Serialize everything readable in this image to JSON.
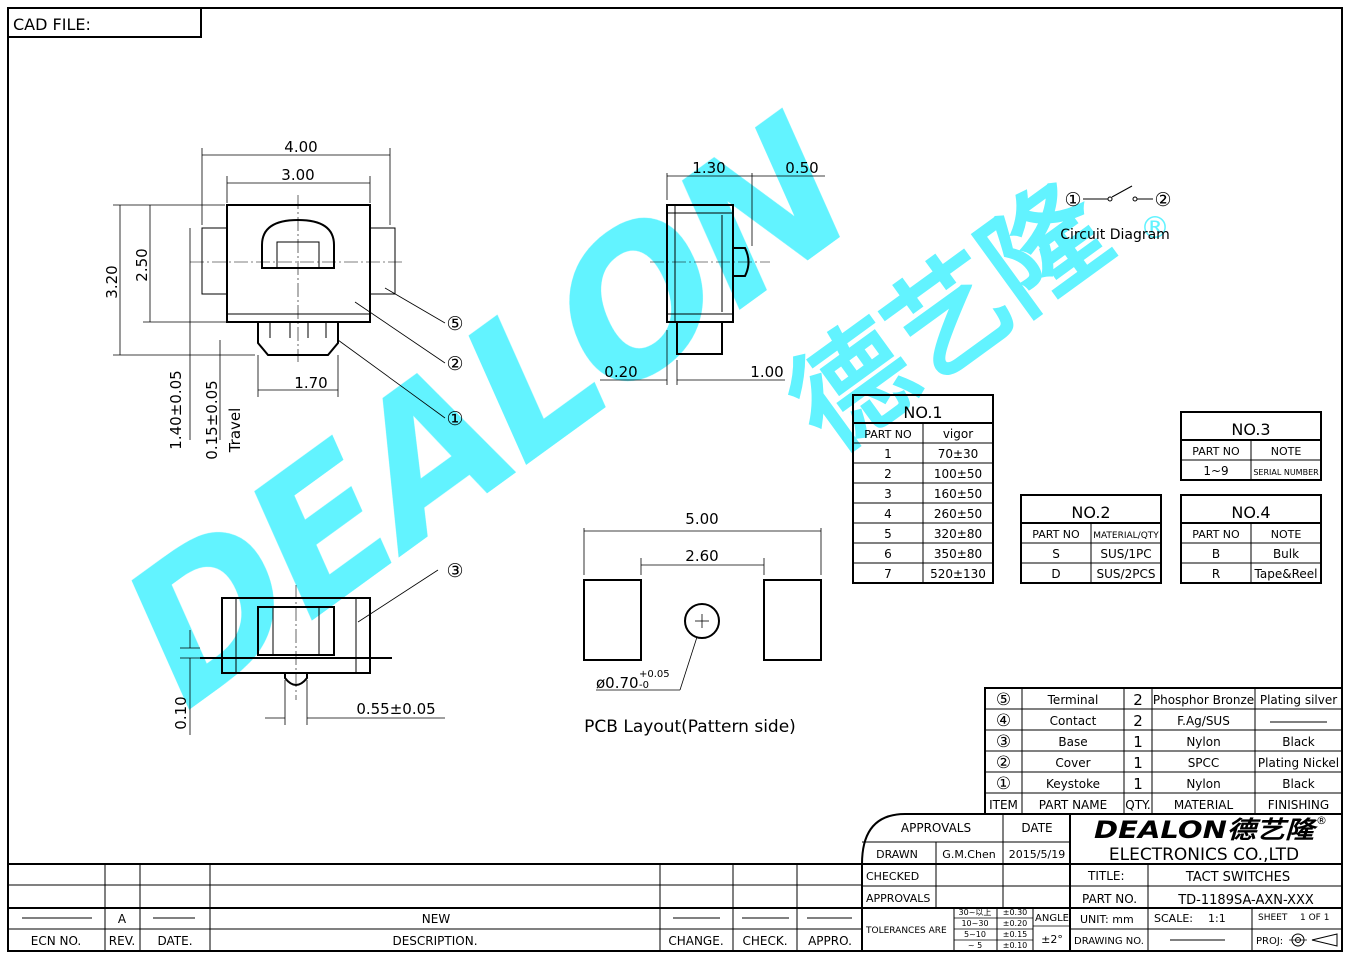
{
  "cad_file_label": "CAD FILE:",
  "dims": {
    "d400": "4.00",
    "d300": "3.00",
    "d320": "3.20",
    "d250": "2.50",
    "d140": "1.40±0.05",
    "d015": "0.15±0.05",
    "travel": "Travel",
    "d170": "1.70",
    "d130": "1.30",
    "d050": "0.50",
    "d020": "0.20",
    "d100": "1.00",
    "d500": "5.00",
    "d260": "2.60",
    "d070": "ø0.70",
    "d070_tol_up": "+0.05",
    "d070_tol_dn": "-0",
    "d010": "0.10",
    "d055": "0.55±0.05"
  },
  "callouts": {
    "c5": "⑤",
    "c2": "②",
    "c1": "①",
    "c3": "③"
  },
  "circuit": {
    "left": "①",
    "right": "②",
    "label": "Circuit  Diagram"
  },
  "pcb_label": "PCB  Layout(Pattern  side)",
  "watermark": {
    "latin": "DEALON",
    "cjk": "德艺隆",
    "reg": "®"
  },
  "no1": {
    "title": "NO.1",
    "headers": [
      "PART  NO",
      "vigor"
    ],
    "rows": [
      [
        "1",
        "70±30"
      ],
      [
        "2",
        "100±50"
      ],
      [
        "3",
        "160±50"
      ],
      [
        "4",
        "260±50"
      ],
      [
        "5",
        "320±80"
      ],
      [
        "6",
        "350±80"
      ],
      [
        "7",
        "520±130"
      ]
    ]
  },
  "no2": {
    "title": "NO.2",
    "headers": [
      "PART  NO",
      "MATERIAL/QTY"
    ],
    "rows": [
      [
        "S",
        "SUS/1PC"
      ],
      [
        "D",
        "SUS/2PCS"
      ]
    ]
  },
  "no3": {
    "title": "NO.3",
    "headers": [
      "PART  NO",
      "NOTE"
    ],
    "rows": [
      [
        "1~9",
        "SERIAL NUMBER"
      ]
    ]
  },
  "no4": {
    "title": "NO.4",
    "headers": [
      "PART  NO",
      "NOTE"
    ],
    "rows": [
      [
        "B",
        "Bulk"
      ],
      [
        "R",
        "Tape&Reel"
      ]
    ]
  },
  "bom": {
    "rows": [
      [
        "⑤",
        "Terminal",
        "2",
        "Phosphor  Bronze",
        "Plating  silver"
      ],
      [
        "④",
        "Contact",
        "2",
        "F.Ag/SUS",
        ""
      ],
      [
        "③",
        "Base",
        "1",
        "Nylon",
        "Black"
      ],
      [
        "②",
        "Cover",
        "1",
        "SPCC",
        "Plating  Nickel"
      ],
      [
        "①",
        "Keystoke",
        "1",
        "Nylon",
        "Black"
      ]
    ],
    "headers": [
      "ITEM",
      "PART  NAME",
      "QTY.",
      "MATERIAL",
      "FINISHING"
    ]
  },
  "title_block": {
    "approvals": "APPROVALS",
    "date": "DATE",
    "drawn": "DRAWN",
    "drawn_by": "G.M.Chen",
    "drawn_date": "2015/5/19",
    "checked": "CHECKED",
    "approvals2": "APPROVALS",
    "tolerances": "TOLERANCES  ARE",
    "tol_ranges": [
      "30~以上",
      "10~30",
      "5~10",
      "~ 5"
    ],
    "tol_values": [
      "±0.30",
      "±0.20",
      "±0.15",
      "±0.10"
    ],
    "angle": "ANGLE",
    "angle_val": "±2°",
    "company_logo": "DEALON德艺隆",
    "company_reg": "®",
    "company": "ELECTRONICS  CO.,LTD",
    "title_label": "TITLE:",
    "title_value": "TACT  SWITCHES",
    "part_no_label": "PART  NO.",
    "part_no_value": "TD-1189SA-AXN-XXX",
    "unit": "UNIT:  mm",
    "scale_label": "SCALE:",
    "scale_value": "1:1",
    "sheet_label": "SHEET",
    "sheet_value": "1  OF  1",
    "drawing_no": "DRAWING  NO.",
    "proj": "PROJ:"
  },
  "revision_block": {
    "rev_value": "A",
    "desc_value": "NEW",
    "headers": [
      "ECN  NO.",
      "REV.",
      "DATE.",
      "DESCRIPTION.",
      "CHANGE.",
      "CHECK.",
      "APPRO."
    ]
  }
}
